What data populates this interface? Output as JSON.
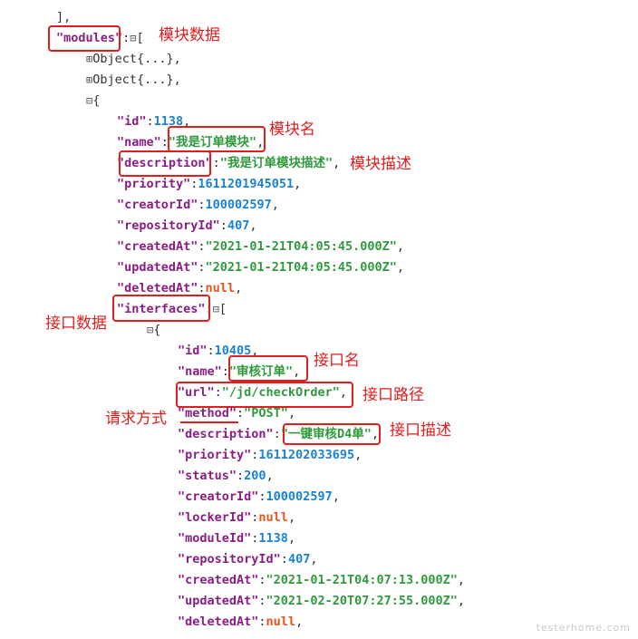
{
  "lines": {
    "l0": "],",
    "modules_key": "\"modules\"",
    "colon_open_arr": ":",
    "collapse": "⊟",
    "expand": "⊞",
    "open_bracket": "[",
    "open_brace": "{",
    "obj1": "Object{...},",
    "obj2": "Object{...},",
    "id_key": "\"id\"",
    "id_val": "1138",
    "name_key": "\"name\"",
    "name_val": "\"我是订单模块\"",
    "desc_key": "\"description\"",
    "desc_val": "\"我是订单模块描述\"",
    "priority_key": "\"priority\"",
    "priority_val": "1611201945051",
    "creatorId_key": "\"creatorId\"",
    "creatorId_val": "100002597",
    "repositoryId_key": "\"repositoryId\"",
    "repositoryId_val": "407",
    "createdAt_key": "\"createdAt\"",
    "createdAt_val": "\"2021-01-21T04:05:45.000Z\"",
    "updatedAt_key": "\"updatedAt\"",
    "updatedAt_val": "\"2021-01-21T04:05:45.000Z\"",
    "deletedAt_key": "\"deletedAt\"",
    "null": "null",
    "interfaces_key": "\"interfaces\"",
    "i_id_val": "10405",
    "i_name_val": "\"审核订单\"",
    "url_key": "\"url\"",
    "url_val": "\"/jd/checkOrder\"",
    "method_key": "\"method\"",
    "method_val": "\"POST\"",
    "i_desc_val": "\"一键审核D4单\"",
    "i_priority_val": "1611202033695",
    "status_key": "\"status\"",
    "status_val": "200",
    "lockerId_key": "\"lockerId\"",
    "moduleId_key": "\"moduleId\"",
    "moduleId_val": "1138",
    "i_repositoryId_val": "407",
    "i_createdAt_val": "\"2021-01-21T04:07:13.000Z\"",
    "i_updatedAt_val": "\"2021-02-20T07:27:55.000Z\""
  },
  "annotations": {
    "modules": "模块数据",
    "module_name": "模块名",
    "module_desc": "模块描述",
    "interfaces": "接口数据",
    "iface_name": "接口名",
    "iface_path": "接口路径",
    "method": "请求方式",
    "iface_desc": "接口描述"
  },
  "watermark": "testerhome.com",
  "colors": {
    "key": "#8b1d86",
    "number": "#1a82d6",
    "string": "#2e9a3c",
    "null": "#e1541c",
    "annotation": "#e21d1d"
  }
}
